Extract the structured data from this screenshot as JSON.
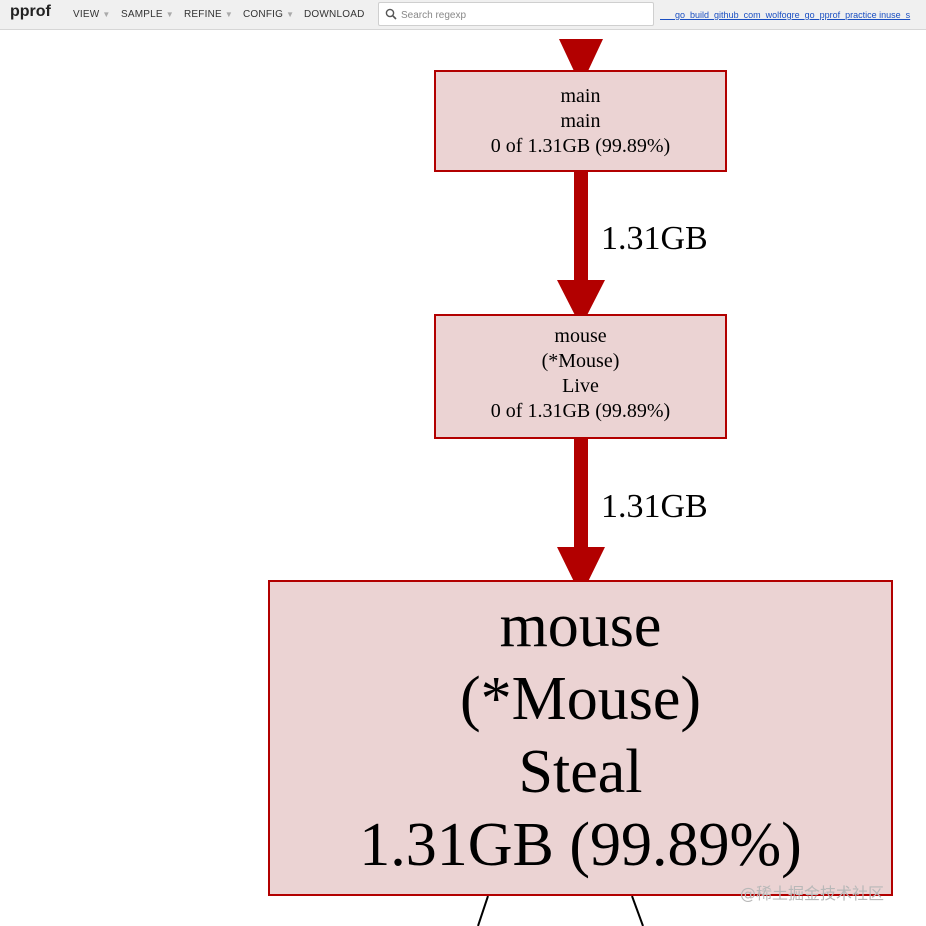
{
  "toolbar": {
    "title": "pprof",
    "menus": [
      {
        "label": "VIEW",
        "has_caret": true
      },
      {
        "label": "SAMPLE",
        "has_caret": true
      },
      {
        "label": "REFINE",
        "has_caret": true
      },
      {
        "label": "CONFIG",
        "has_caret": true
      },
      {
        "label": "DOWNLOAD",
        "has_caret": false
      }
    ],
    "search": {
      "placeholder": "Search regexp",
      "value": "",
      "icon": "search-icon"
    },
    "profile_link": "___go_build_github_com_wolfogre_go_pprof_practice inuse_s"
  },
  "graph": {
    "edge_color": "#b20000",
    "node_fill": "#ebd3d3",
    "nodes": [
      {
        "id": "main",
        "lines": [
          "main",
          "main",
          "0 of 1.31GB (99.89%)"
        ]
      },
      {
        "id": "mouse-live",
        "lines": [
          "mouse",
          "(*Mouse)",
          "Live",
          "0 of 1.31GB (99.89%)"
        ]
      },
      {
        "id": "mouse-steal",
        "lines": [
          "mouse",
          "(*Mouse)",
          "Steal",
          "1.31GB (99.89%)"
        ]
      }
    ],
    "edges": [
      {
        "from": "main",
        "to": "mouse-live",
        "label": "1.31GB"
      },
      {
        "from": "mouse-live",
        "to": "mouse-steal",
        "label": "1.31GB"
      }
    ]
  },
  "watermark": "@稀土掘金技术社区"
}
